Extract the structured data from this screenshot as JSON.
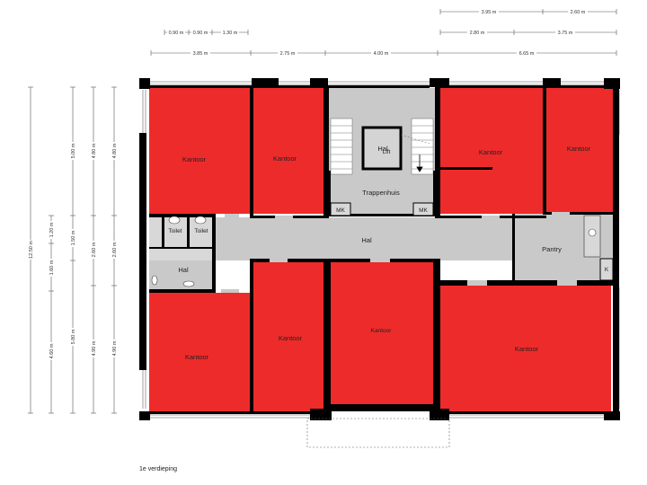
{
  "floor_label": "1e verdieping",
  "dimensions": {
    "top_row1": [
      "3.95 m",
      "2.60 m"
    ],
    "top_row2": [
      "0.90 m",
      "0.90 m",
      "1.30 m",
      "2.80 m",
      "3.75 m"
    ],
    "top_row3": [
      "3.85 m",
      "2.75 m",
      "4.00 m",
      "6.65 m"
    ],
    "left_col1": [
      "12.50 m"
    ],
    "left_col2": [
      "1.20 m",
      "1.60 m",
      "4.60 m"
    ],
    "left_col3": [
      "5.00 m",
      "1.50 m",
      "5.80 m"
    ],
    "left_col4": [
      "4.80 m",
      "2.60 m",
      "4.90 m"
    ]
  },
  "rooms": {
    "kantoor_nw": "Kantoor",
    "kantoor_n2": "Kantoor",
    "kantoor_ne1": "Kantoor",
    "kantoor_ne2": "Kantoor",
    "hal_stair": "Hal",
    "lift": "Lift",
    "trappenhuis": "Trappenhuis",
    "mk_left": "MK",
    "mk_right": "MK",
    "toilet_1": "Toilet",
    "toilet_2": "Toilet",
    "hal_corridor": "Hal",
    "hal_west": "Hal",
    "pantry": "Pantry",
    "k": "K",
    "kantoor_sw": "Kantoor",
    "kantoor_s2": "Kantoor",
    "kantoor_s3": "Kantoor",
    "kantoor_se": "Kantoor"
  },
  "colors": {
    "office": "#ee2b2b",
    "circulation": "#c9c9c9",
    "wall": "#000000"
  }
}
